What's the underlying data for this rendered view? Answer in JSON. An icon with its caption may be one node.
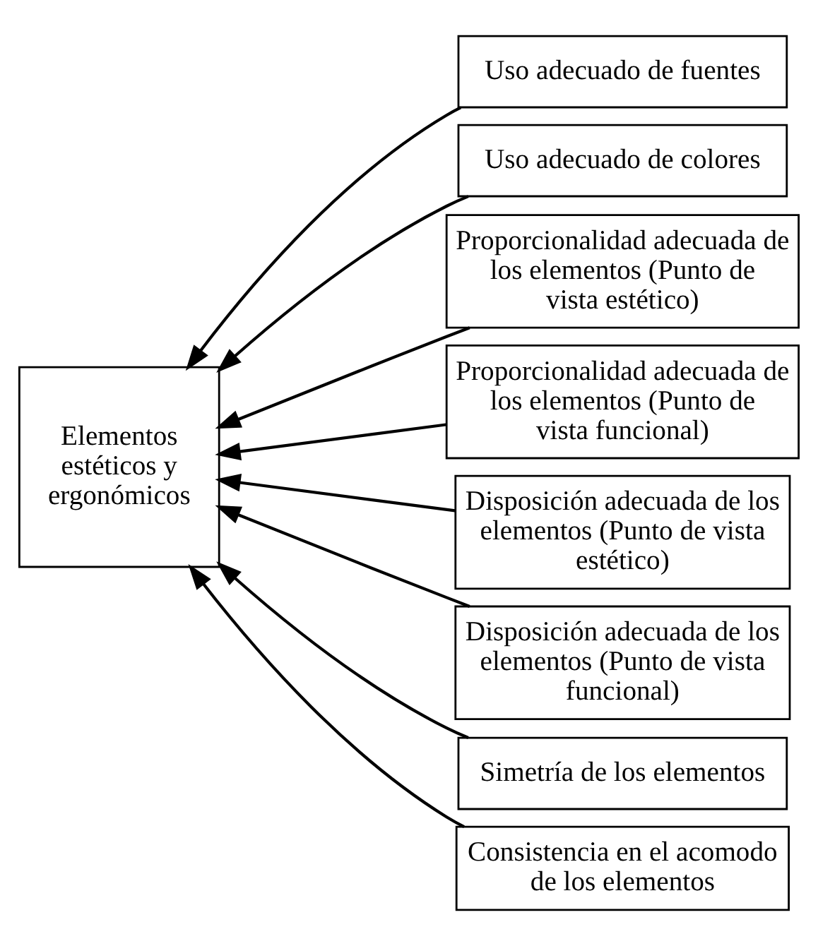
{
  "diagram": {
    "nodes": [
      {
        "text": [
          "Elementos estéticos y ergonómicos"
        ]
      },
      {
        "text": [
          "Uso adecuado de fuentes"
        ]
      },
      {
        "text": [
          "Uso adecuado de colores"
        ]
      },
      {
        "text": [
          "Proporcionalidad adecuada de los elementos (Punto de vista estético)"
        ]
      },
      {
        "text": [
          "Proporcionalidad adecuada de los elementos (Punto de vista funcional)"
        ]
      },
      {
        "text": [
          "Disposición adecuada de los elementos (Punto de vista estético)"
        ]
      },
      {
        "text": [
          "Disposición adecuada de los elementos (Punto de vista funcional)"
        ]
      },
      {
        "text": [
          "Simetría de los elementos"
        ]
      },
      {
        "text": [
          "Consistencia en el acomodo de los elementos"
        ]
      }
    ],
    "edges": [
      {
        "from": 1,
        "to": 0,
        "arrow": "to"
      },
      {
        "from": 2,
        "to": 0,
        "arrow": "to"
      },
      {
        "from": 3,
        "to": 0,
        "arrow": "to"
      },
      {
        "from": 4,
        "to": 0,
        "arrow": "to"
      },
      {
        "from": 5,
        "to": 0,
        "arrow": "to"
      },
      {
        "from": 6,
        "to": 0,
        "arrow": "to"
      },
      {
        "from": 7,
        "to": 0,
        "arrow": "to"
      },
      {
        "from": 8,
        "to": 0,
        "arrow": "to"
      }
    ]
  }
}
